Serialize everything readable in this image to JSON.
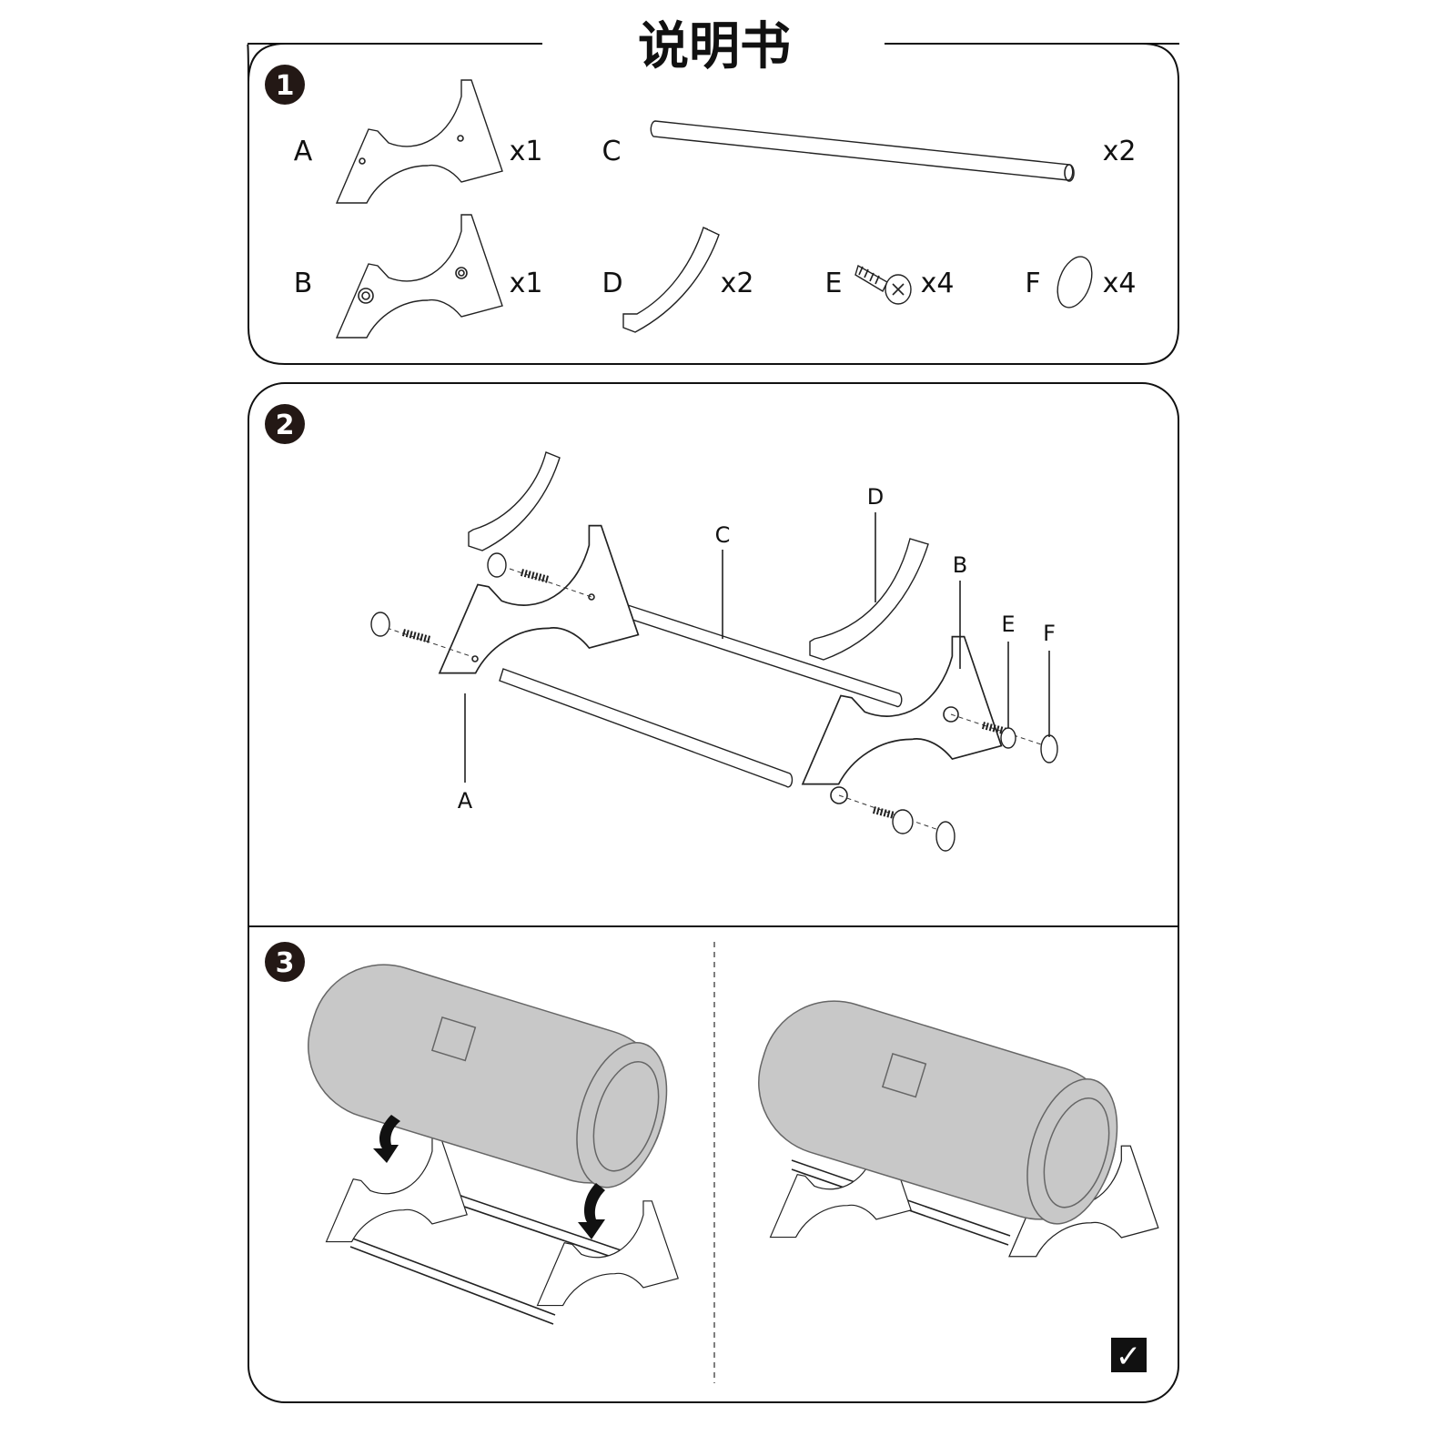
{
  "title": "说明书",
  "steps": [
    "1",
    "2",
    "3"
  ],
  "parts": [
    {
      "letter": "A",
      "qty": "x1"
    },
    {
      "letter": "B",
      "qty": "x1"
    },
    {
      "letter": "C",
      "qty": "x2"
    },
    {
      "letter": "D",
      "qty": "x2"
    },
    {
      "letter": "E",
      "qty": "x4"
    },
    {
      "letter": "F",
      "qty": "x4"
    }
  ],
  "assembly_labels": {
    "A": "A",
    "B": "B",
    "C": "C",
    "D": "D",
    "E": "E",
    "F": "F"
  },
  "check_mark": "✓",
  "colors": {
    "speaker": "#c8c8c8",
    "ink": "#111111"
  }
}
